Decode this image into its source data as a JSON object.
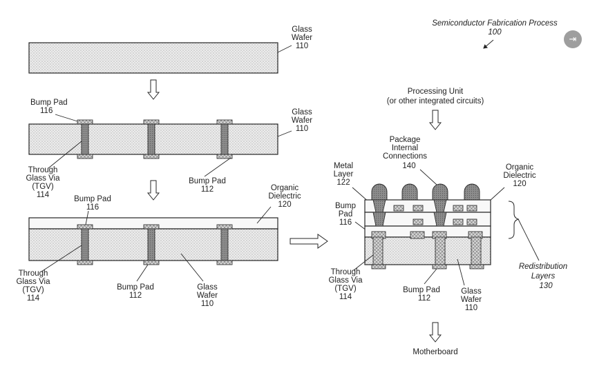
{
  "colors": {
    "ink": "#262626",
    "wafer": "#e9e9e9",
    "via": "#8f8f8f",
    "pad": "#cfcfcf",
    "dielectric": "#f7f7f7",
    "button_bg": "#9e9e9e"
  },
  "toolbar": {
    "open_icon": "open-in-icon",
    "open_glyph": "⇥"
  },
  "title": {
    "line1": "Semiconductor Fabrication Process",
    "ref": "100"
  },
  "step1": {
    "wafer_label": [
      "Glass",
      "Wafer",
      "110"
    ]
  },
  "step2": {
    "bump_pad_top": [
      "Bump Pad",
      "116"
    ],
    "wafer_label": [
      "Glass",
      "Wafer",
      "110"
    ],
    "tgv_label": [
      "Through",
      "Glass Via",
      "(TGV)",
      "114"
    ],
    "bump_pad_bottom": [
      "Bump Pad",
      "112"
    ]
  },
  "step3": {
    "bump_pad_top": [
      "Bump Pad",
      "116"
    ],
    "dielectric_label": [
      "Organic",
      "Dielectric",
      "120"
    ],
    "tgv_label": [
      "Through",
      "Glass Via",
      "(TGV)",
      "114"
    ],
    "bump_pad_bottom": [
      "Bump Pad",
      "112"
    ],
    "wafer_label": [
      "Glass",
      "Wafer",
      "110"
    ]
  },
  "step4": {
    "processing_unit": [
      "Processing Unit",
      "(or other integrated circuits)"
    ],
    "package_connections": [
      "Package",
      "Internal",
      "Connections",
      "140"
    ],
    "metal_layer": [
      "Metal",
      "Layer",
      "122"
    ],
    "dielectric_label": [
      "Organic",
      "Dielectric",
      "120"
    ],
    "bump_pad_top": [
      "Bump",
      "Pad",
      "116"
    ],
    "redistribution": [
      "Redistribution",
      "Layers",
      "130"
    ],
    "tgv_label": [
      "Through",
      "Glass Via",
      "(TGV)",
      "114"
    ],
    "bump_pad_bottom": [
      "Bump Pad",
      "112"
    ],
    "wafer_label": [
      "Glass",
      "Wafer",
      "110"
    ],
    "motherboard": "Motherboard"
  }
}
